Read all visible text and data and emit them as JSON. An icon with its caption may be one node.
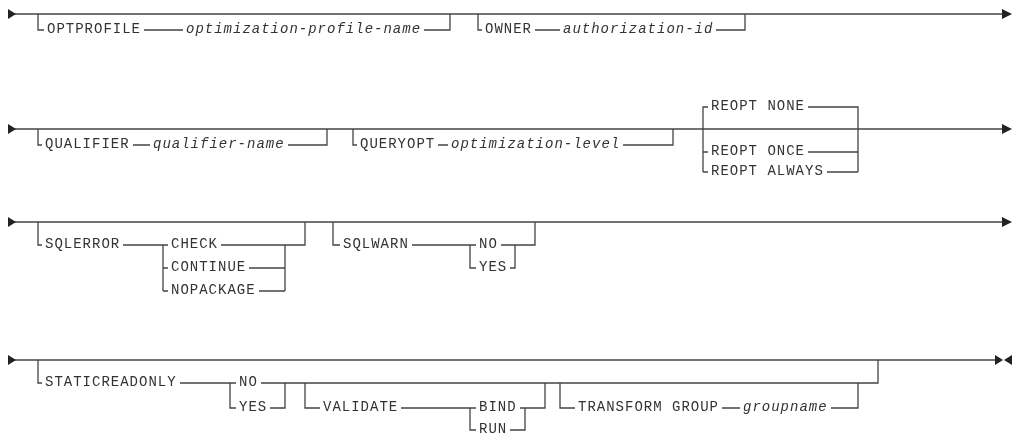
{
  "diagram": {
    "labels": [
      "OPTPROFILE",
      "optimization-profile-name",
      "OWNER",
      "authorization-id",
      "QUALIFIER",
      "qualifier-name",
      "QUERYOPT",
      "optimization-level",
      "REOPT NONE",
      "REOPT ONCE",
      "REOPT ALWAYS",
      "SQLERROR",
      "CHECK",
      "CONTINUE",
      "NOPACKAGE",
      "SQLWARN",
      "NO",
      "YES",
      "STATICREADONLY",
      "NO",
      "YES",
      "VALIDATE",
      "BIND",
      "RUN",
      "TRANSFORM GROUP",
      "groupname"
    ]
  }
}
